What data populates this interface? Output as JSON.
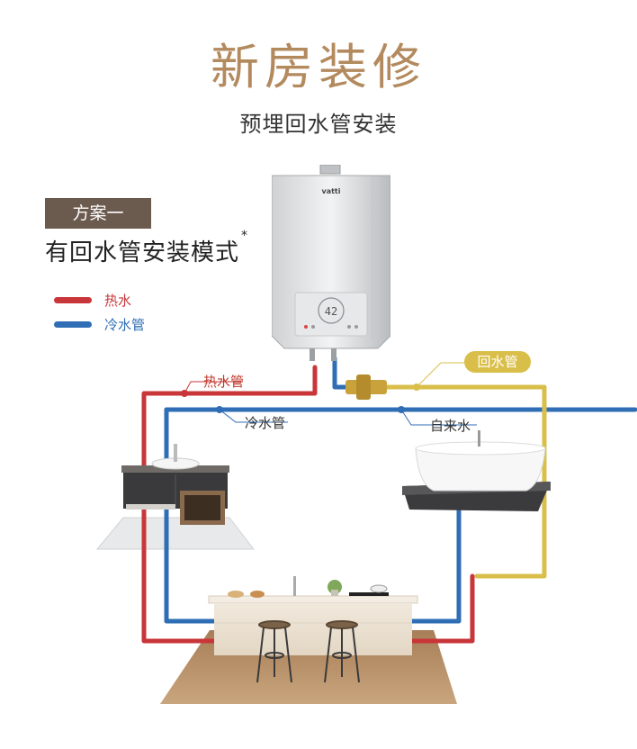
{
  "header": {
    "title": "新房装修",
    "subtitle": "预埋回水管安装"
  },
  "plan": {
    "badge": "方案一",
    "mode": "有回水管安装模式",
    "mark": "*"
  },
  "legend": [
    {
      "label": "热水",
      "color": "#c8363a"
    },
    {
      "label": "冷水管",
      "color": "#2f6db5"
    }
  ],
  "heater": {
    "brand": "vatti",
    "display": "42"
  },
  "labels": {
    "hot_pipe": "热水管",
    "cold_pipe": "冷水管",
    "tap_water": "自来水",
    "return_pipe": "回水管"
  },
  "colors": {
    "hot": "#c8363a",
    "cold": "#2f6db5",
    "return": "#d9bf4a",
    "title": "#b38a5e",
    "badge": "#6b5a4e"
  }
}
